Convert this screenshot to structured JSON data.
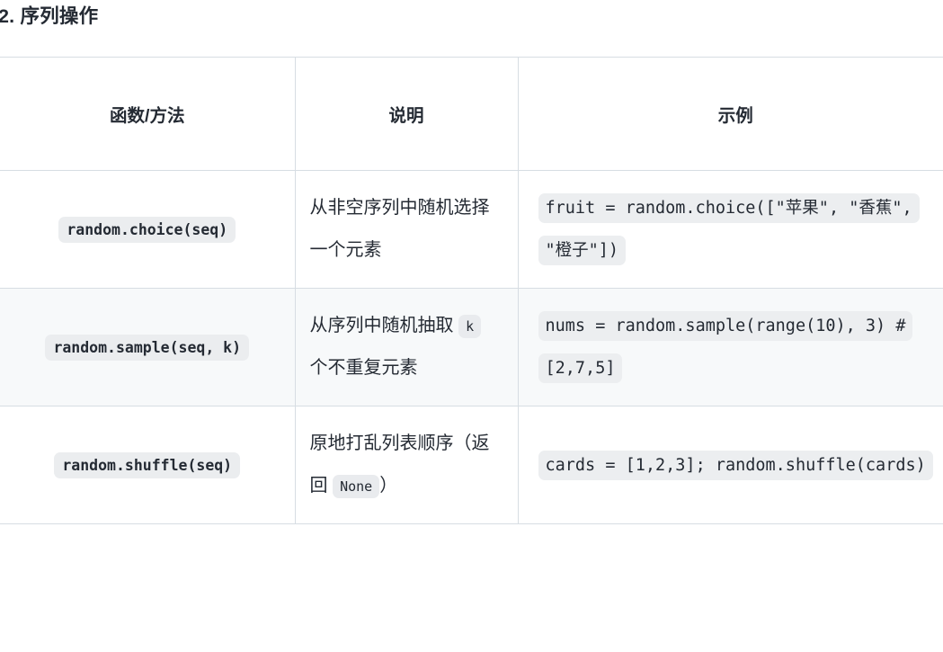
{
  "heading": "2. 序列操作",
  "table": {
    "columns": [
      {
        "key": "function",
        "label": "函数/方法"
      },
      {
        "key": "description",
        "label": "说明"
      },
      {
        "key": "example",
        "label": "示例"
      }
    ],
    "rows": [
      {
        "function": "random.choice(seq)",
        "description_before": "从非空序列中随机选择一个元素",
        "description_code": "",
        "description_after": "",
        "example": "fruit = random.choice([\"苹果\", \"香蕉\", \"橙子\"])"
      },
      {
        "function": "random.sample(seq, k)",
        "description_before": "从序列中随机抽取 ",
        "description_code": "k",
        "description_after": " 个不重复元素",
        "example": "nums = random.sample(range(10), 3) # [2,7,5]"
      },
      {
        "function": "random.shuffle(seq)",
        "description_before": "原地打乱列表顺序（返回 ",
        "description_code": "None",
        "description_after": "）",
        "example": "cards = [1,2,3]; random.shuffle(cards)"
      }
    ]
  },
  "colors": {
    "text": "#242a33",
    "border": "#d7dde3",
    "row_alt_background": "#f7f9fa",
    "code_chip_background": "#ebedef",
    "page_background": "#ffffff"
  }
}
